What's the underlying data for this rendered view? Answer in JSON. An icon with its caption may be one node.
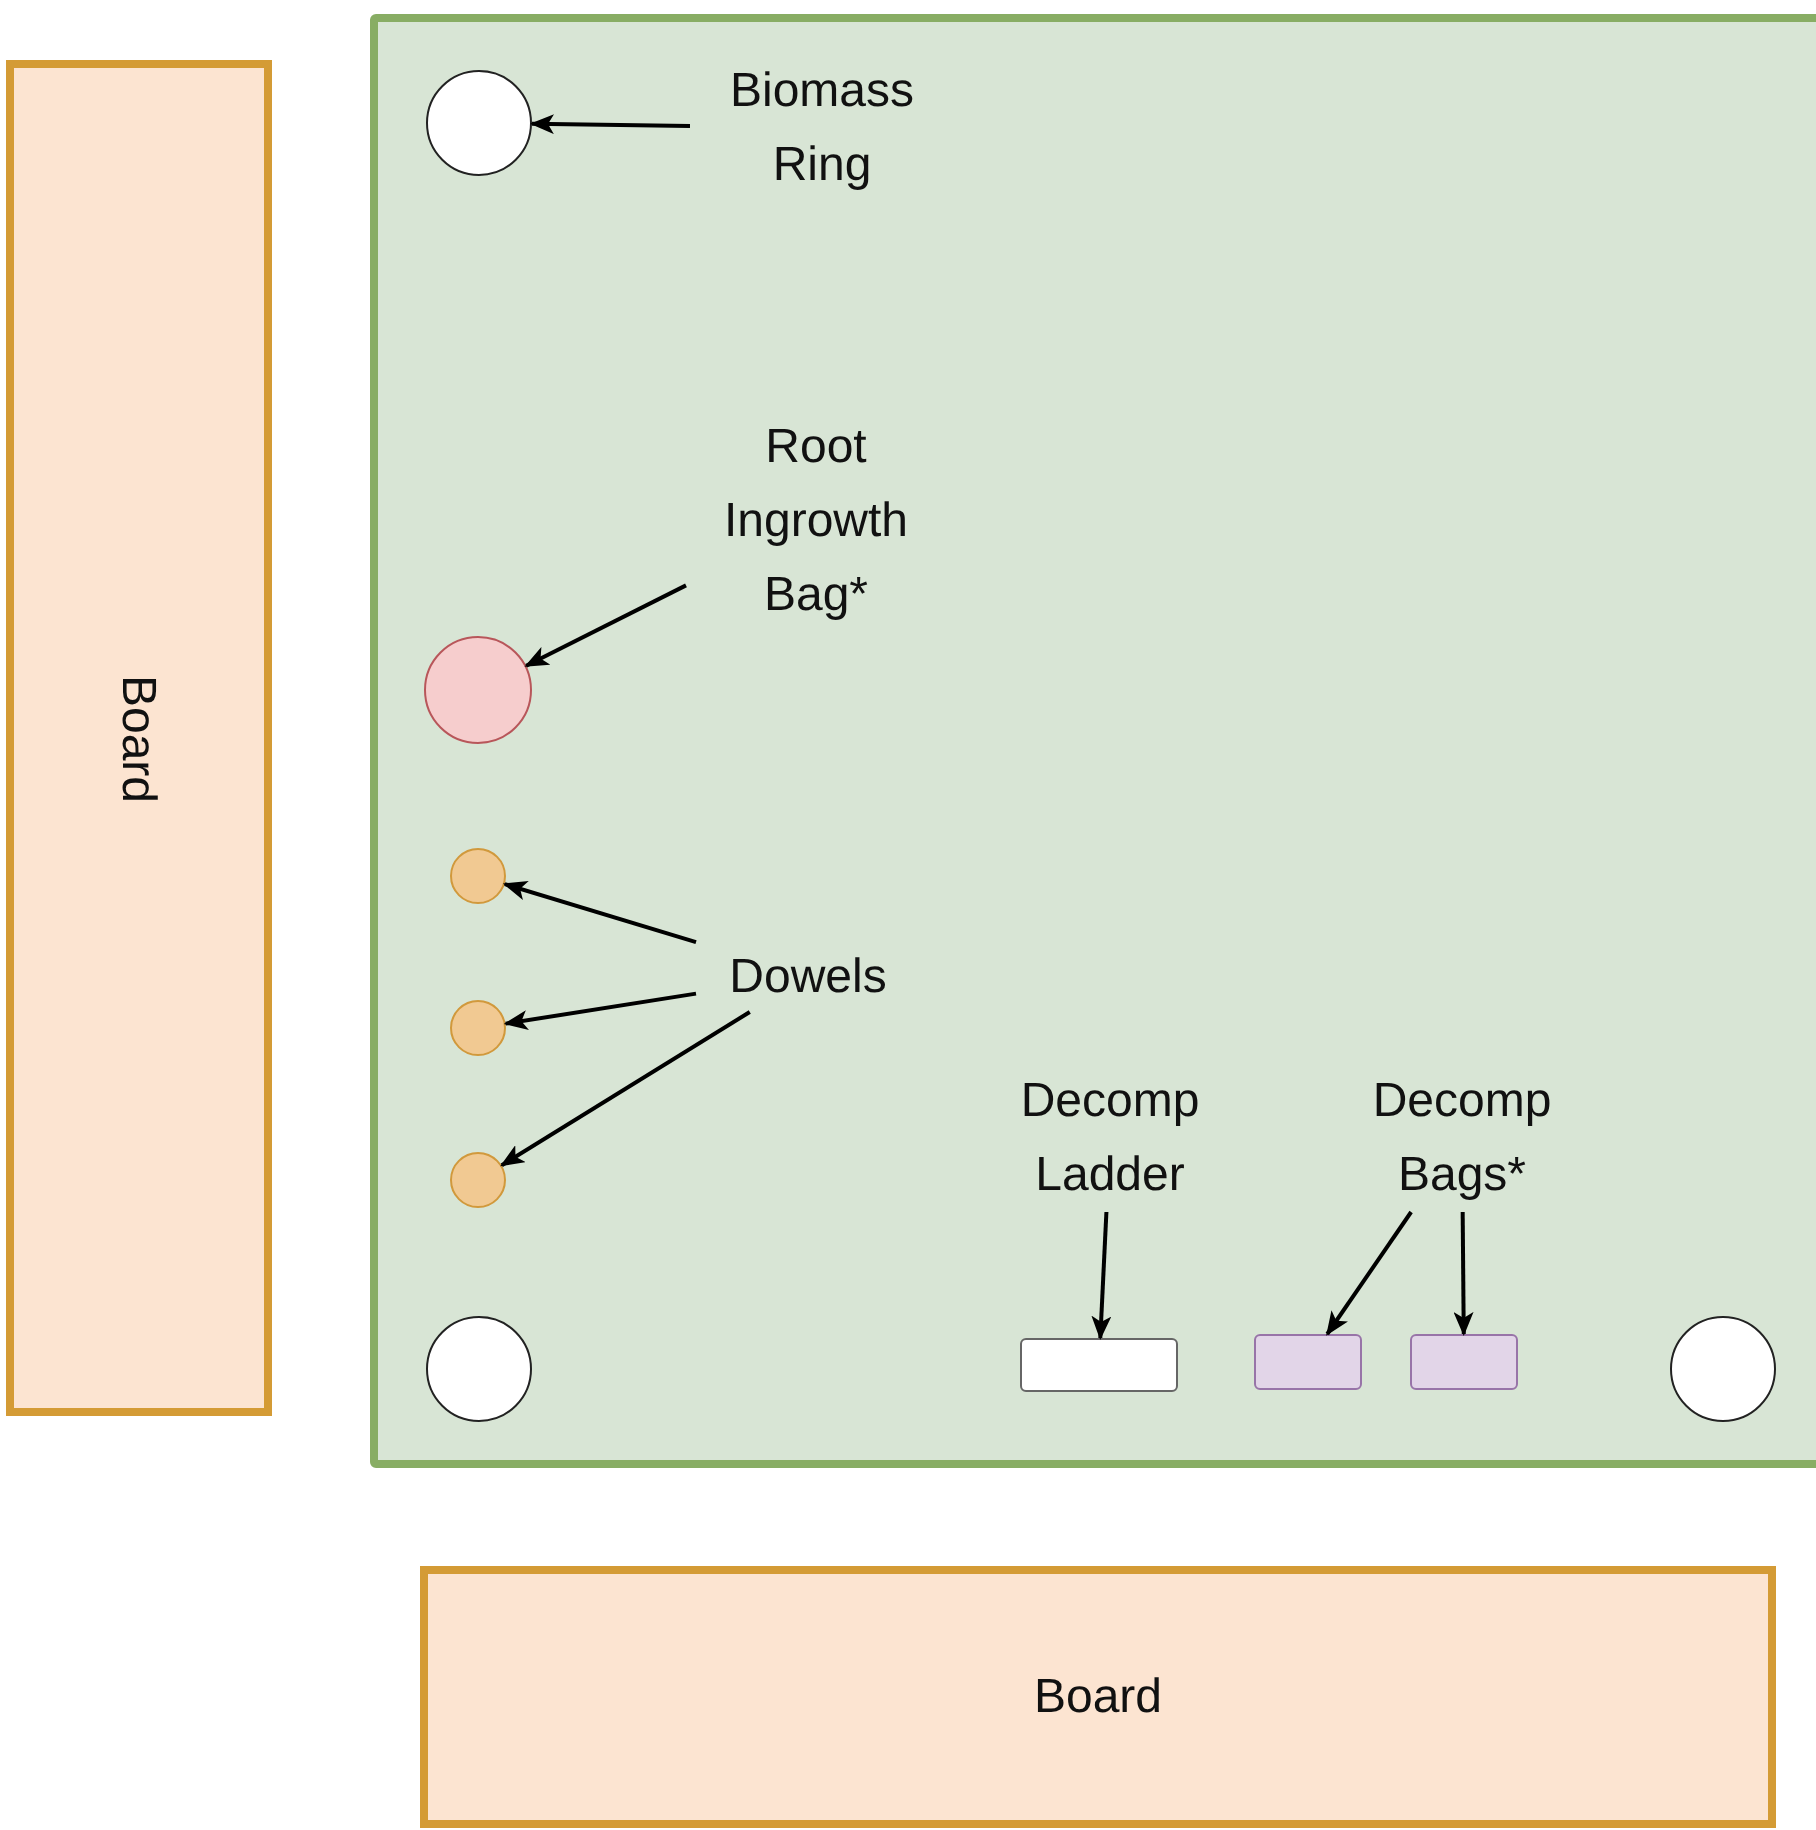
{
  "diagram": {
    "nodes": [
      {
        "text": [
          "Board"
        ]
      },
      {
        "text": [],
        "shape": "box"
      },
      {
        "text": [
          "Biomass Ring"
        ],
        "in": 1
      },
      {
        "text": [],
        "shape": "circle",
        "in": 1
      },
      {
        "text": [
          "Root Ingrowth Bag*"
        ],
        "in": 1
      },
      {
        "text": [],
        "shape": "circle",
        "in": 1
      },
      {
        "text": [
          "Dowels"
        ],
        "in": 1
      },
      {
        "text": [],
        "shape": "circle",
        "in": 1
      },
      {
        "text": [],
        "shape": "circle",
        "in": 1
      },
      {
        "text": [],
        "shape": "circle",
        "in": 1
      },
      {
        "text": [
          "Decomp Ladder"
        ],
        "in": 1
      },
      {
        "text": [
          "Decomp Bags*"
        ],
        "in": 1
      },
      {
        "text": [],
        "shape": "box",
        "in": 1
      },
      {
        "text": [],
        "shape": "box",
        "in": 1
      },
      {
        "text": [],
        "shape": "box",
        "in": 1
      },
      {
        "text": [],
        "shape": "circle",
        "in": 1
      },
      {
        "text": [],
        "shape": "circle",
        "in": 1
      },
      {
        "text": [
          "Board"
        ]
      }
    ],
    "edges": [
      {
        "from": 2,
        "to": 3,
        "arrow": "to"
      },
      {
        "from": 4,
        "to": 5,
        "arrow": "to"
      },
      {
        "from": 6,
        "to": 7,
        "arrow": "to"
      },
      {
        "from": 6,
        "to": 8,
        "arrow": "to"
      },
      {
        "from": 6,
        "to": 9,
        "arrow": "to"
      },
      {
        "from": 10,
        "to": 12,
        "arrow": "to"
      },
      {
        "from": 11,
        "to": 13,
        "arrow": "to"
      },
      {
        "from": 11,
        "to": 14,
        "arrow": "to"
      }
    ]
  }
}
